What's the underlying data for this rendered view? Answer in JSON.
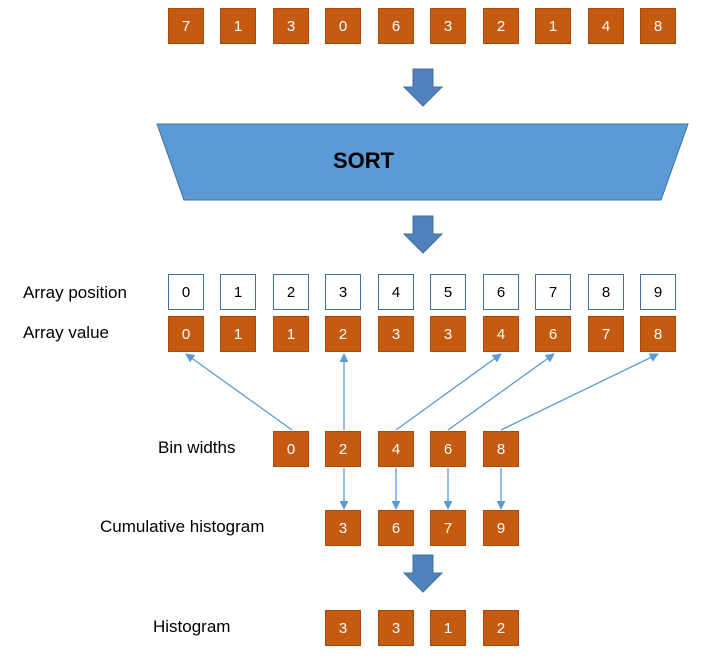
{
  "input_array": [
    "7",
    "1",
    "3",
    "0",
    "6",
    "3",
    "2",
    "1",
    "4",
    "8"
  ],
  "sort_label": "SORT",
  "labels": {
    "array_position": "Array position",
    "array_value": "Array value",
    "bin_widths": "Bin widths",
    "cumulative_histogram": "Cumulative histogram",
    "histogram": "Histogram"
  },
  "array_position": [
    "0",
    "1",
    "2",
    "3",
    "4",
    "5",
    "6",
    "7",
    "8",
    "9"
  ],
  "array_value": [
    "0",
    "1",
    "1",
    "2",
    "3",
    "3",
    "4",
    "6",
    "7",
    "8"
  ],
  "bin_widths": [
    "0",
    "2",
    "4",
    "6",
    "8"
  ],
  "cumulative_histogram": [
    "3",
    "6",
    "7",
    "9"
  ],
  "histogram": [
    "3",
    "3",
    "1",
    "2"
  ],
  "colors": {
    "cell_fill": "#c55a11",
    "cell_outline": "#41719c",
    "arrow_blue": "#4f81bd",
    "sort_fill": "#5b9bd5",
    "connector": "#5b9bd5"
  }
}
